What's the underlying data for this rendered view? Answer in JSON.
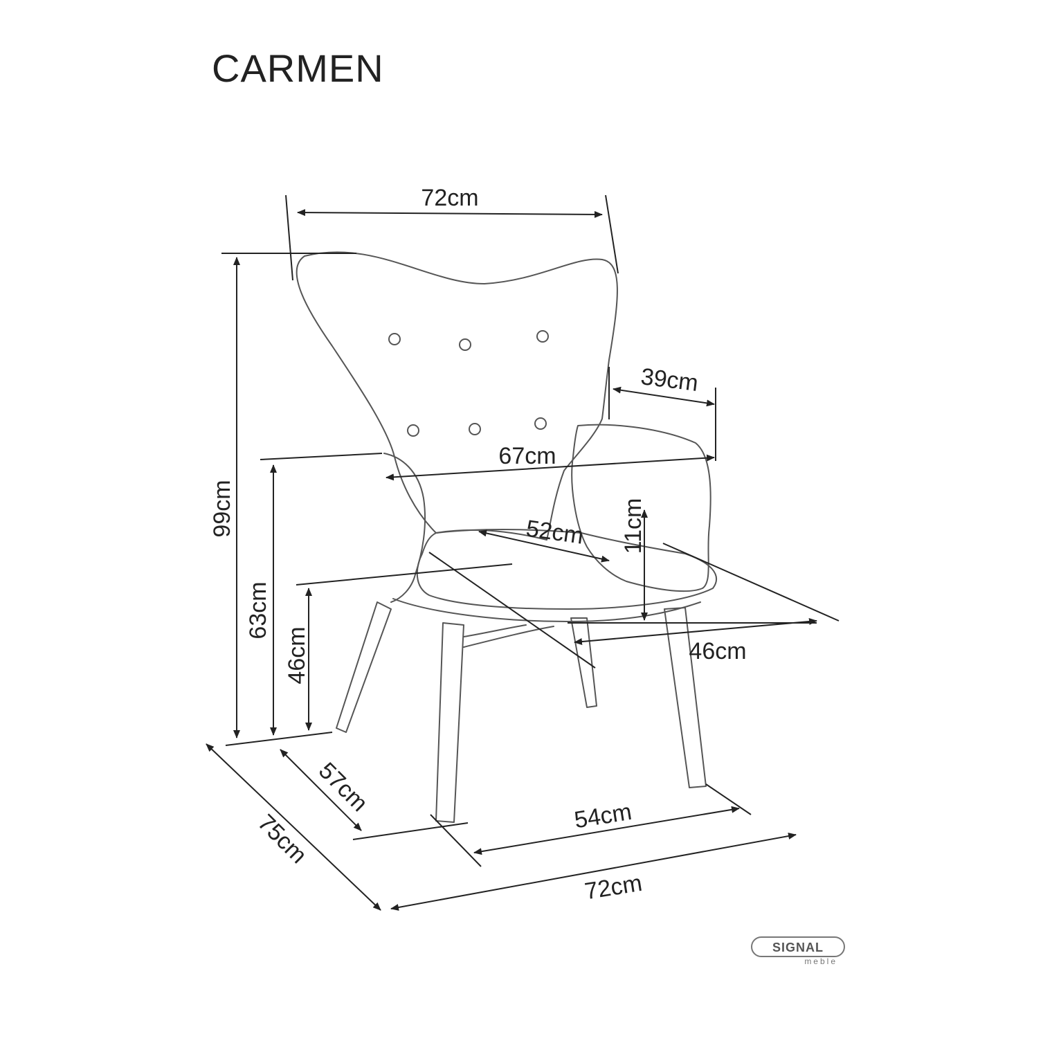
{
  "title": "CARMEN",
  "dimensions": {
    "top_width": "72cm",
    "armrest_depth": "39cm",
    "inner_width": "67cm",
    "seat_width": "52cm",
    "armrest_height": "11cm",
    "seat_depth": "46cm",
    "total_height": "99cm",
    "armrest_floor_height": "63cm",
    "seat_height": "46cm",
    "side_depth": "57cm",
    "leg_span": "54cm",
    "total_depth": "75cm",
    "bottom_width": "72cm"
  },
  "logo": {
    "main": "SIGNAL",
    "sub": "meble"
  }
}
